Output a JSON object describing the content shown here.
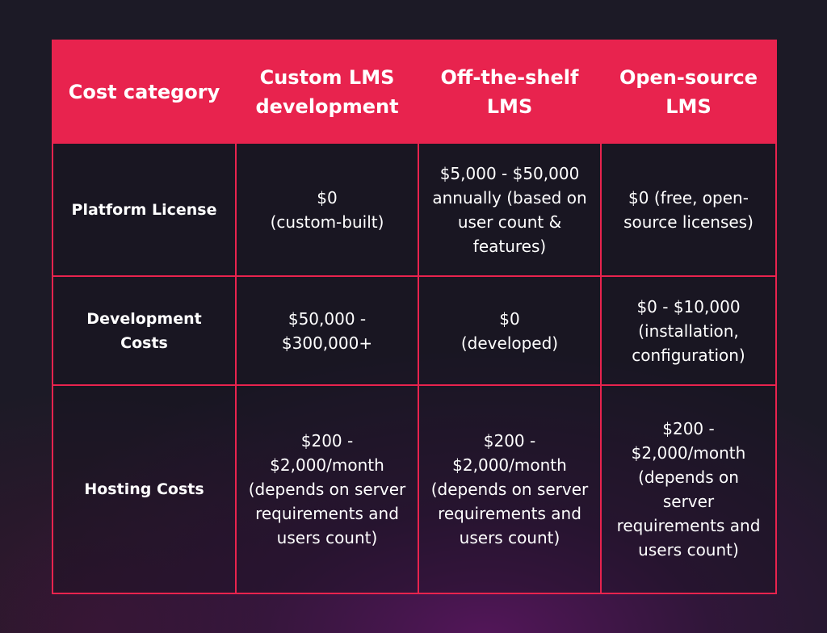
{
  "table": {
    "headers": [
      "Cost category",
      "Custom LMS development",
      "Off-the-shelf LMS",
      "Open-source LMS"
    ],
    "rows": [
      {
        "label": "Platform License",
        "cells": [
          "$0\n(custom-built)",
          "$5,000 - $50,000 annually (based on user count & features)",
          "$0 (free, open-source licenses)"
        ]
      },
      {
        "label": "Development Costs",
        "cells": [
          "$50,000 -\n$300,000+",
          "$0\n(developed)",
          "$0 - $10,000 (installation, configuration)"
        ]
      },
      {
        "label": "Hosting Costs",
        "cells": [
          "$200 - $2,000/month (depends on server requirements and users count)",
          "$200 - $2,000/month (depends on server requirements and users count)",
          "$200 - $2,000/month (depends on server requirements and users count)"
        ]
      }
    ],
    "colors": {
      "accent": "#e8234e",
      "background": "#1c1a26",
      "text": "#ffffff"
    }
  }
}
